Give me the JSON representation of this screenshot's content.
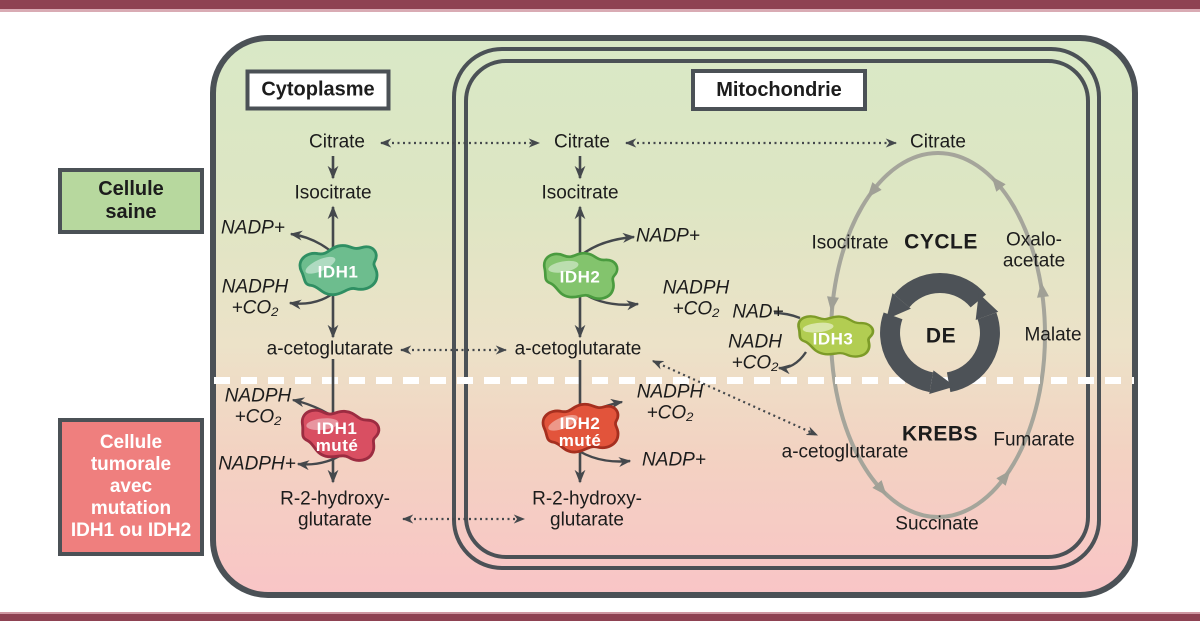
{
  "frame": {
    "cytoplasme_label": "Cytoplasme",
    "mitochondrie_label": "Mitochondrie",
    "cellule_saine_label": "Cellule\nsaine",
    "cellule_tumorale_label": "Cellule\ntumorale\navec\nmutation\nIDH1 ou IDH2"
  },
  "cytoplasm": {
    "citrate": "Citrate",
    "isocitrate": "Isocitrate",
    "nadp_plus": "NADP+",
    "nadph_co2": "NADPH\n+CO₂",
    "acetoglutarate": "a-cetoglutarate",
    "idh1": "IDH1",
    "mut_nadph_co2": "NADPH\n+CO₂",
    "mut_enzyme": "IDH1\nmuté",
    "mut_nadph_plus": "NADPH+",
    "r2hg": "R-2-hydroxy-\nglutarate"
  },
  "mitochondria": {
    "citrate": "Citrate",
    "isocitrate": "Isocitrate",
    "nadp_plus": "NADP+",
    "nadph_co2": "NADPH\n+CO₂",
    "acetoglutarate": "a-cetoglutarate",
    "idh2": "IDH2",
    "mut_nadph_co2": "NADPH\n+CO₂",
    "mut_enzyme": "IDH2\nmuté",
    "mut_nadp_plus": "NADP+",
    "r2hg": "R-2-hydroxy-\nglutarate"
  },
  "krebs": {
    "title_top": "CYCLE",
    "title_mid": "DE",
    "title_bottom": "KREBS",
    "citrate": "Citrate",
    "isocitrate": "Isocitrate",
    "oxaloacetate": "Oxalo-\nacetate",
    "malate": "Malate",
    "fumarate": "Fumarate",
    "succinate": "Succinate",
    "acetoglutarate": "a-cetoglutarate",
    "idh3": "IDH3",
    "nad_plus": "NAD+",
    "nadh_co2": "NADH\n+CO₂"
  },
  "icons": {
    "krebs_cycle_icon": "circular-recycle-arrows"
  },
  "colors": {
    "journal_bar": "#8e4252",
    "membrane": "#4b5156",
    "cell_top_green": "#d9e8c6",
    "cell_bottom_pink": "#f9c5c6",
    "saine_box_bg": "#b7d89e",
    "tumorale_box_bg": "#ef7f7e",
    "idh1_blob": "#6dbd8e",
    "idh2_blob": "#83c46d",
    "idh3_blob": "#b2cd52",
    "idh1_mut_blob": "#d94f62",
    "idh2_mut_blob": "#e2543b",
    "krebs_ring_gray": "#a5a59b",
    "cycle_icon_dark": "#4d5257",
    "arrow_dark": "#44484c",
    "dashed_separator": "#ffffff"
  }
}
